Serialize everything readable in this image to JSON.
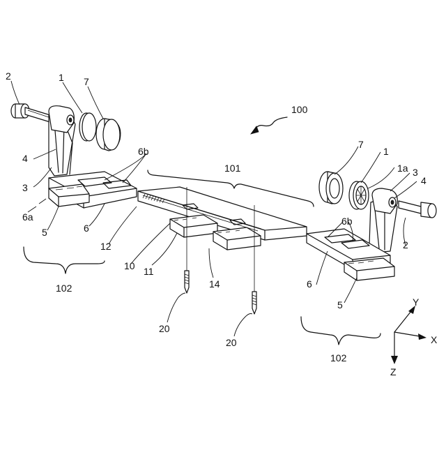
{
  "figure": {
    "labels": {
      "l100": "100",
      "l101": "101",
      "l102a": "102",
      "l102b": "102",
      "l1a": "1",
      "l1b": "1",
      "l1c": "1a",
      "l2a": "2",
      "l2b": "2",
      "l3a": "3",
      "l3b": "3",
      "l4a": "4",
      "l4b": "4",
      "l5a": "5",
      "l5b": "5",
      "l6a": "6",
      "l6b": "6",
      "l6c": "6a",
      "l6d": "6b",
      "l6e": "6b",
      "l7a": "7",
      "l7b": "7",
      "l10": "10",
      "l11": "11",
      "l12": "12",
      "l14": "14",
      "l20a": "20",
      "l20b": "20"
    },
    "axes": {
      "x": "X",
      "y": "Y",
      "z": "Z"
    }
  }
}
